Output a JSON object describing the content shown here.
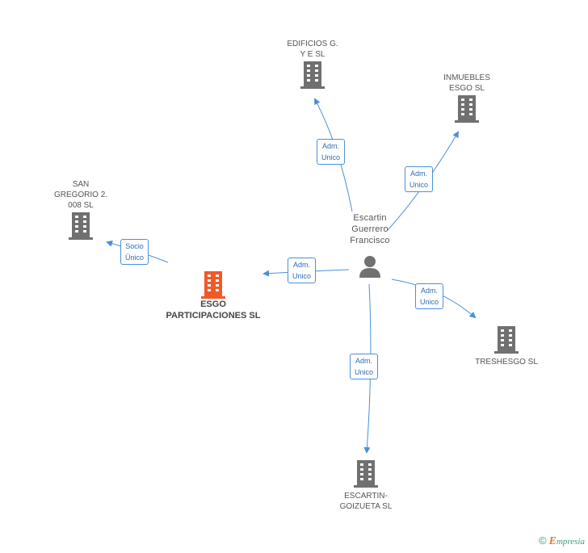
{
  "colors": {
    "edge": "#4a90d9",
    "company_icon": "#707070",
    "focus_icon": "#f05a28",
    "person_icon": "#707070"
  },
  "person": {
    "name": "Escartin\nGuerrero\nFrancisco",
    "icon": "person-icon"
  },
  "companies": [
    {
      "id": "edificios",
      "name": "EDIFICIOS G.\nY E SL",
      "icon": "building-icon"
    },
    {
      "id": "inmuebles",
      "name": "INMUEBLES\nESGO SL",
      "icon": "building-icon"
    },
    {
      "id": "sangregorio",
      "name": "SAN\nGREGORIO 2.\n008 SL",
      "icon": "building-icon"
    },
    {
      "id": "esgo",
      "name": "ESGO\nPARTICIPACIONES SL",
      "icon": "building-icon",
      "focus": true
    },
    {
      "id": "treshesgo",
      "name": "TRESHESGO SL",
      "icon": "building-icon"
    },
    {
      "id": "escartin",
      "name": "ESCARTIN-\nGOIZUETA SL",
      "icon": "building-icon"
    }
  ],
  "relations": [
    {
      "from": "person",
      "to": "edificios",
      "label": "Adm.\nUnico"
    },
    {
      "from": "person",
      "to": "inmuebles",
      "label": "Adm.\nUnico"
    },
    {
      "from": "person",
      "to": "esgo",
      "label": "Adm.\nUnico"
    },
    {
      "from": "person",
      "to": "treshesgo",
      "label": "Adm.\nUnico"
    },
    {
      "from": "person",
      "to": "escartin",
      "label": "Adm.\nUnico"
    },
    {
      "from": "esgo",
      "to": "sangregorio",
      "label": "Socio\nÚnico"
    }
  ],
  "footer": {
    "copyright": "©",
    "brand_initial": "E",
    "brand_rest": "mpresia"
  }
}
